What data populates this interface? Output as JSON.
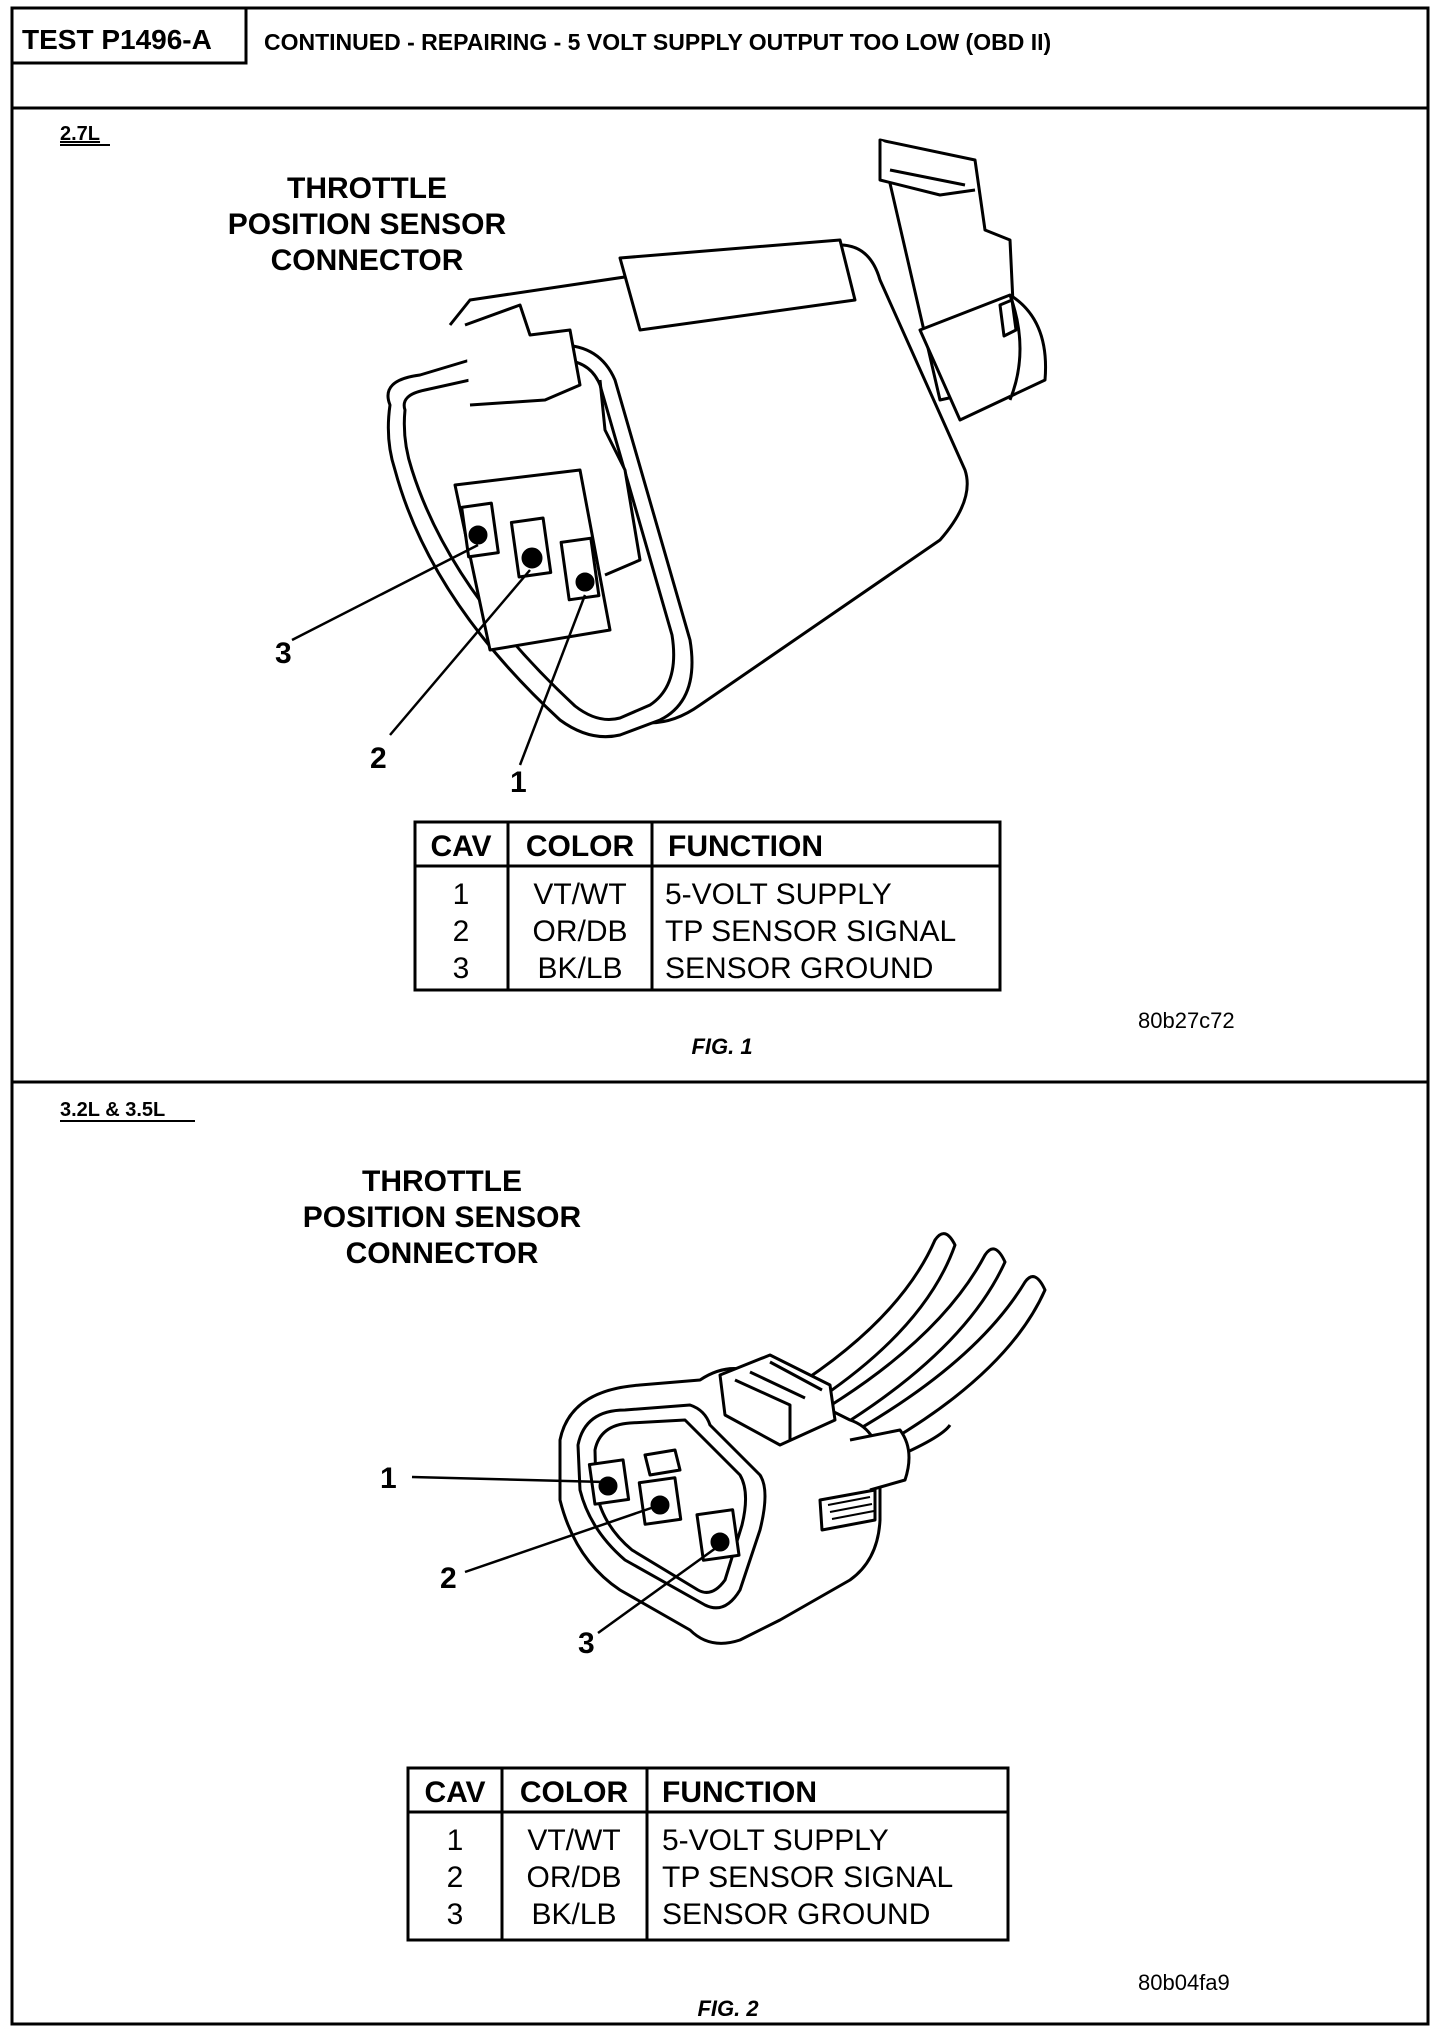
{
  "header": {
    "test_id": "TEST P1496-A",
    "title": "CONTINUED - REPAIRING - 5 VOLT SUPPLY OUTPUT TOO LOW (OBD II)"
  },
  "fig1": {
    "engine_label": "2.7L",
    "title_lines": [
      "THROTTLE",
      "POSITION SENSOR",
      "CONNECTOR"
    ],
    "pin_labels": [
      "1",
      "2",
      "3"
    ],
    "table": {
      "headers": [
        "CAV",
        "COLOR",
        "FUNCTION"
      ],
      "rows": [
        [
          "1",
          "VT/WT",
          "5-VOLT SUPPLY"
        ],
        [
          "2",
          "OR/DB",
          "TP SENSOR SIGNAL"
        ],
        [
          "3",
          "BK/LB",
          "SENSOR GROUND"
        ]
      ]
    },
    "code": "80b27c72",
    "caption": "FIG. 1"
  },
  "fig2": {
    "engine_label": "3.2L & 3.5L",
    "title_lines": [
      "THROTTLE",
      "POSITION SENSOR",
      "CONNECTOR"
    ],
    "pin_labels": [
      "1",
      "2",
      "3"
    ],
    "table": {
      "headers": [
        "CAV",
        "COLOR",
        "FUNCTION"
      ],
      "rows": [
        [
          "1",
          "VT/WT",
          "5-VOLT SUPPLY"
        ],
        [
          "2",
          "OR/DB",
          "TP SENSOR SIGNAL"
        ],
        [
          "3",
          "BK/LB",
          "SENSOR GROUND"
        ]
      ]
    },
    "code": "80b04fa9",
    "caption": "FIG. 2"
  }
}
